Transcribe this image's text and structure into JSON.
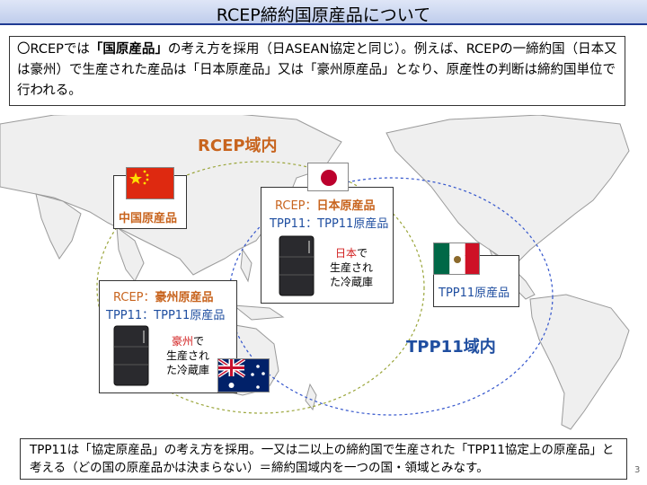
{
  "title": "RCEP締約国原産品について",
  "intro": {
    "p1": "〇RCEPでは",
    "b1": "「国原産品」",
    "p2": "の考え方を採用（日ASEAN協定と同じ）。例えば、RCEPの一締約国（日本又は豪州）で生産された産品は「日本原産品」又は「豪州原産品」となり、原産性の判断は締約国単位で行われる。"
  },
  "rcep_zone": "RCEP域内",
  "tpp_zone": "TPP11域内",
  "china": {
    "label": "中国原産品"
  },
  "japan": {
    "rcep_prefix": "RCEP：",
    "rcep_value": "日本原産品",
    "tpp_line": "TPP11：TPP11原産品",
    "country": "日本",
    "desc1": "で",
    "desc2": "生産され",
    "desc3": "た冷蔵庫"
  },
  "australia": {
    "rcep_prefix": "RCEP：",
    "rcep_value": "豪州原産品",
    "tpp_line": "TPP11：TPP11原産品",
    "country": "豪州",
    "desc1": "で",
    "desc2": "生産され",
    "desc3": "た冷蔵庫"
  },
  "mexico": {
    "label": "TPP11原産品"
  },
  "bottom_note": "TPP11は「協定原産品」の考え方を採用。一又は二以上の締約国で生産された「TPP11協定上の原産品」と考える（どの国の原産品かは決まらない）＝締約国域内を一つの国・領域とみなす。",
  "page_number": "3",
  "colors": {
    "rcep": "#c8641e",
    "tpp": "#1f4ea0",
    "accent_red": "#d22020",
    "title_border": "#1f3a93"
  }
}
